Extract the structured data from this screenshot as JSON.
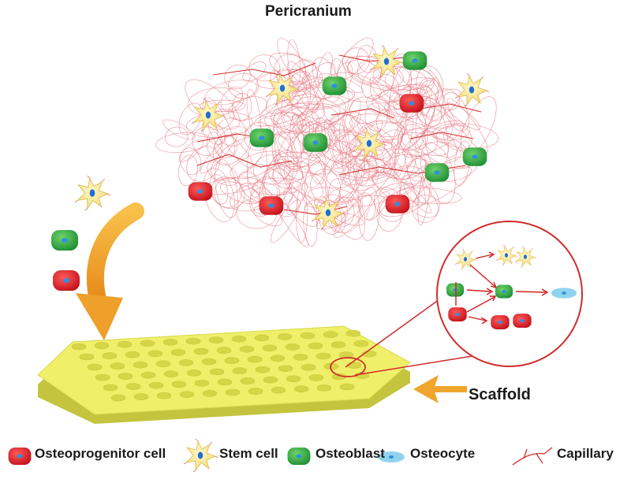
{
  "title": "Pericranium",
  "scaffold_label": "Scaffold",
  "legend": [
    {
      "label": "Osteoprogenitor cell",
      "icon": "osteoprogenitor-cell-icon",
      "color": "#e3202a"
    },
    {
      "label": "Stem cell",
      "icon": "stem-cell-icon",
      "color": "#f4e48c"
    },
    {
      "label": "Osteoblast",
      "icon": "osteoblast-icon",
      "color": "#3cb44b"
    },
    {
      "label": "Osteocyte",
      "icon": "osteocyte-icon",
      "color": "#8fd3ef"
    },
    {
      "label": "Capillary",
      "icon": "capillary-icon",
      "color": "#d32f2f"
    }
  ],
  "colors": {
    "pericranium_fiber": "#e8808a",
    "scaffold": "#efef6a",
    "arrow": "#f2a531",
    "cell_nucleus": "#1f6fd1"
  }
}
